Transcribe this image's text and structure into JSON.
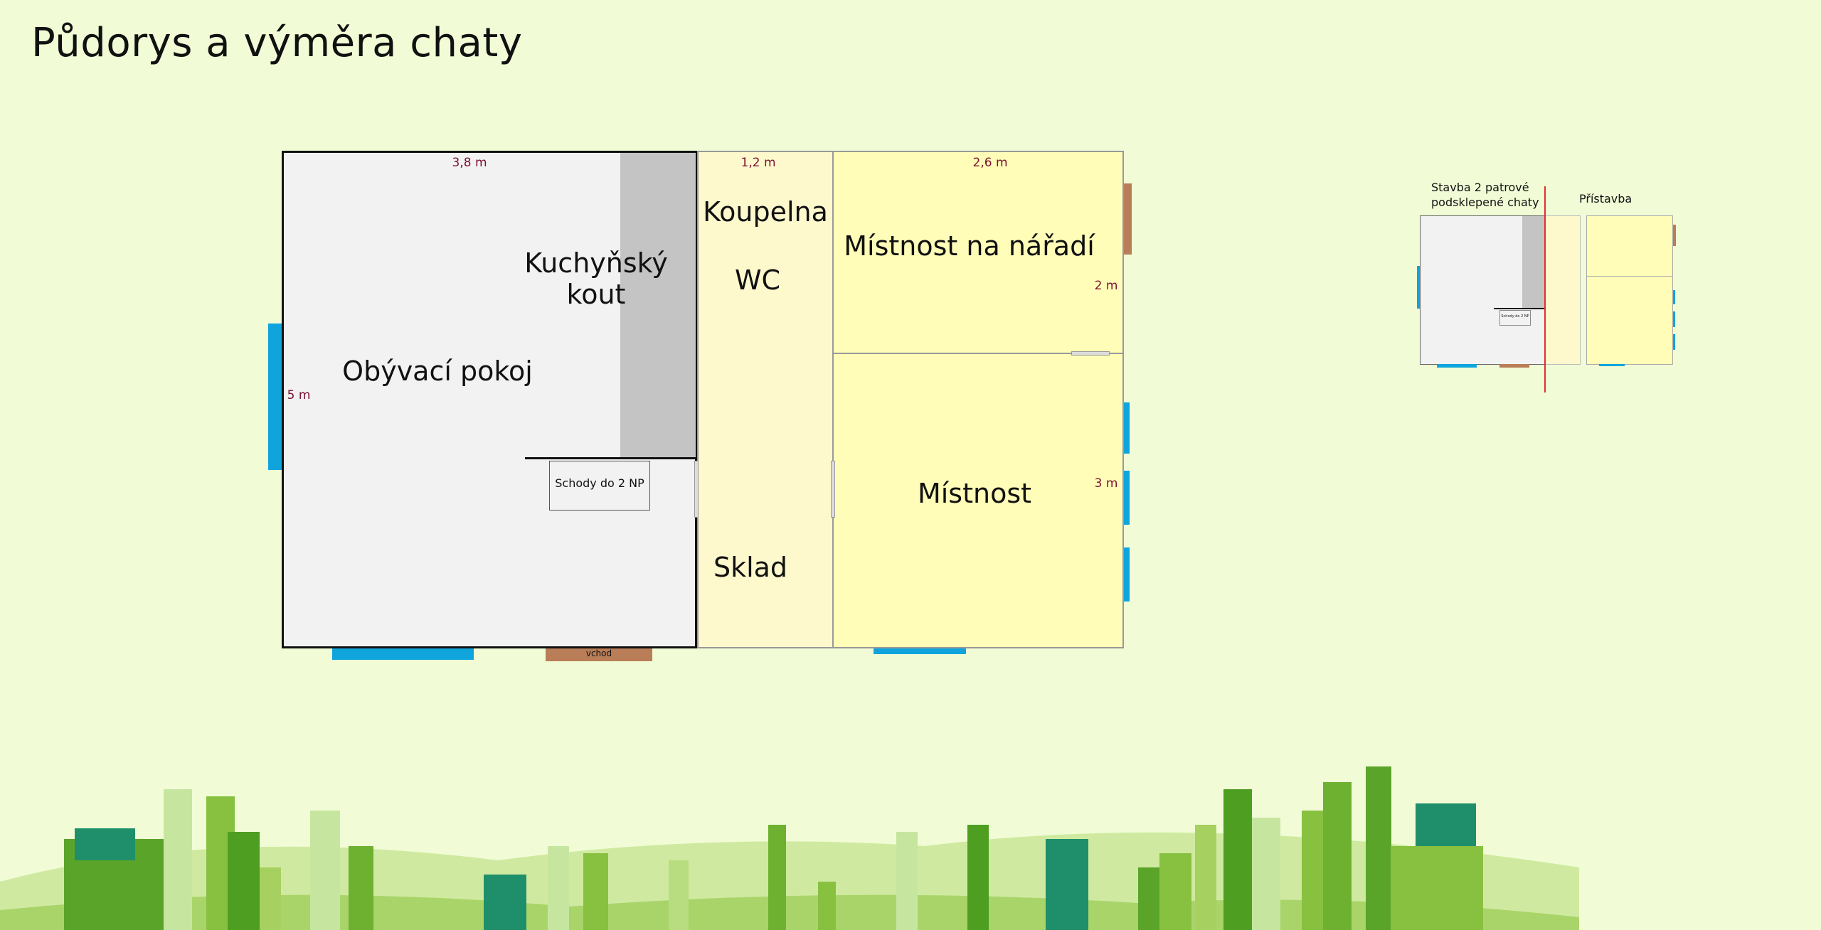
{
  "title": "Půdorys a výměra chaty",
  "plan": {
    "rooms": {
      "living": "Obývací pokoj",
      "kitchen_line1": "Kuchyňský",
      "kitchen_line2": "kout",
      "stairs": "Schody do 2 NP",
      "bathroom": "Koupelna",
      "wc": "WC",
      "storage": "Sklad",
      "tool_room": "Místnost na nářadí",
      "room": "Místnost"
    },
    "dimensions": {
      "living_width": "3,8 m",
      "living_depth": "5 m",
      "bath_width": "1,2 m",
      "tool_width": "2,6 m",
      "tool_depth": "2 m",
      "room_depth": "3 m"
    },
    "entrance": "vchod"
  },
  "overview": {
    "left_label_line1": "Stavba 2 patrové",
    "left_label_line2": "podsklepené chaty",
    "right_label": "Přístavba",
    "stairs_small": "Schody do 2 NP"
  },
  "colors": {
    "background": "#f1fcd6",
    "main_house": "#f2f2f2",
    "kitchen": "#c4c4c4",
    "bath_strip": "#fef9cd",
    "annex": "#fffdb8",
    "window": "#10a4dd",
    "door": "#b97d57",
    "divider": "#e03030",
    "dimension_text": "#7a1030"
  }
}
